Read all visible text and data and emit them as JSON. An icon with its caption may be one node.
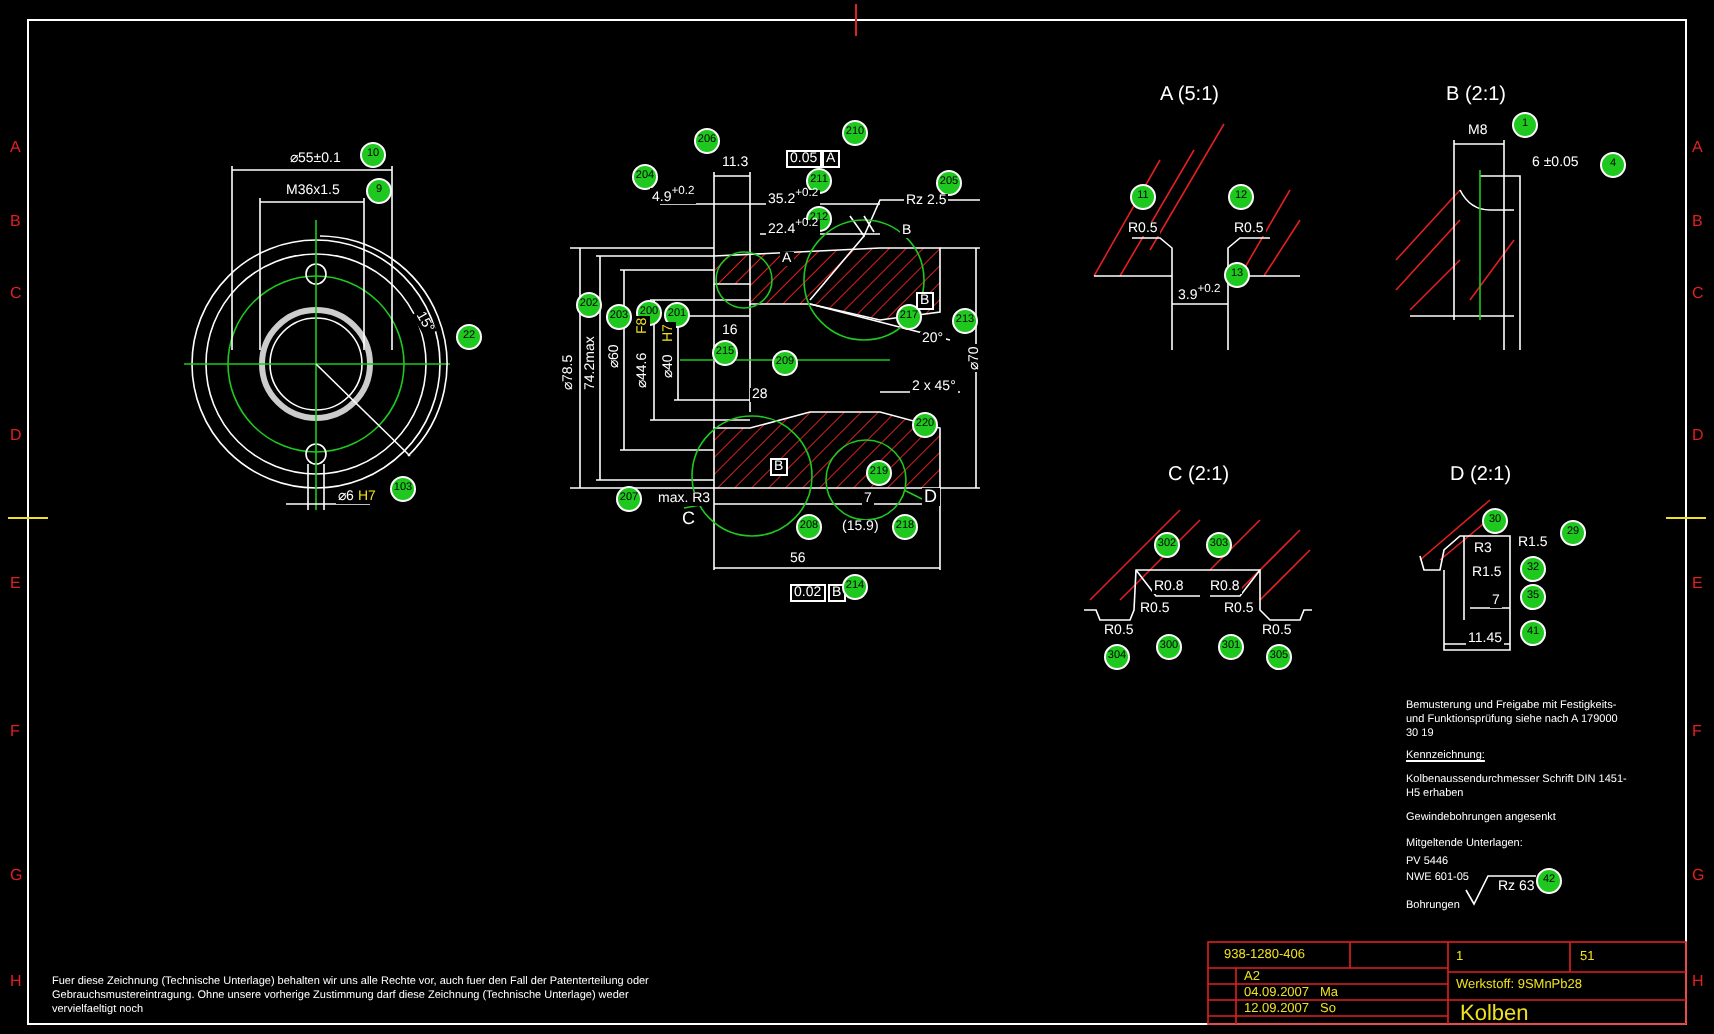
{
  "diagram": {
    "labels": [
      "A",
      "B",
      "C",
      "D",
      "E",
      "F",
      "G",
      "H",
      "⌀55±0.1",
      "10",
      "M36x1.5",
      "9",
      "15°",
      "22",
      "⌀6",
      "H7",
      "103",
      "206",
      "210",
      "11.3",
      "0.05",
      "A",
      "204",
      "4.9$^{+0.2}$",
      "211",
      "35.2$^{+0.2}$",
      "205",
      "Rz 2.5",
      "212",
      "22.4$^{+0.2}$",
      "A",
      "B",
      "202",
      "⌀78.5",
      "74.2max",
      "203",
      "⌀60",
      "200",
      "⌀44.6",
      "F8",
      "201",
      "⌀40",
      "H7",
      "16",
      "215",
      "209",
      "28",
      "B",
      "217",
      "213",
      "⌀70",
      "20°",
      "2 x 45°",
      "220",
      "207",
      "max. R3",
      "C",
      "B",
      "219",
      "7",
      "D",
      "208",
      "(15.9)",
      "218",
      "56",
      "0.02",
      "B",
      "214",
      "A (5:1)",
      "11",
      "12",
      "R0.5",
      "R0.5",
      "13",
      "3.9$^{+0.2}$",
      "B (2:1)",
      "M8",
      "1",
      "6 ±0.05",
      "4",
      "C (2:1)",
      "302",
      "303",
      "R0.8",
      "R0.8",
      "R0.5",
      "R0.5",
      "R0.5",
      "R0.5",
      "304",
      "300",
      "301",
      "305",
      "D (2:1)",
      "30",
      "R3",
      "R1.5",
      "29",
      "R1.5",
      "32",
      "7",
      "35",
      "11.45",
      "41",
      "Bemusterung und Freigabe mit Festigkeits- und Funktionsprüfung siehe nach A 179000 30 19",
      "Kennzeichnung:",
      "Kolbenaussendurchmesser Schrift DIN 1451-H5 erhaben",
      "Gewindebohrungen angesenkt",
      "Mitgeltende Unterlagen:",
      "PV 5446",
      "NWE 601-05",
      "Bohrungen",
      "Rz 63",
      "42",
      "Fuer diese Zeichnung (Technische Unterlage) behalten wir uns alle Rechte vor, auch fuer den Fall der Patenterteilung oder Gebrauchsmustereintragung. Ohne unsere vorherige Zustimmung darf diese Zeichnung (Technische Unterlage) weder vervielfaeltigt noch",
      "938-1280-406",
      "A2",
      "04.09.2007",
      "Ma",
      "12.09.2007",
      "So",
      "1",
      "51",
      "Werkstoff: 9SMnPb28",
      "Kolben",
      "A",
      "B",
      "C",
      "D",
      "E",
      "F",
      "G",
      "H"
    ]
  }
}
